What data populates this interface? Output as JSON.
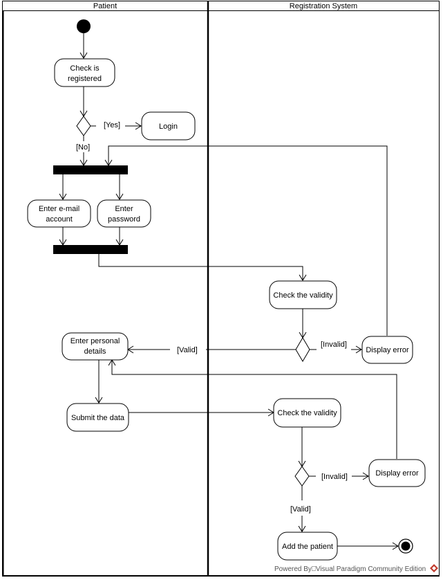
{
  "lanes": {
    "left": "Patient",
    "right": "Registration System"
  },
  "actions": {
    "check_registered": [
      "Check is",
      "registered"
    ],
    "login": "Login",
    "enter_email": [
      "Enter e-mail",
      "account"
    ],
    "enter_password": [
      "Enter",
      "password"
    ],
    "check_validity_1": "Check the validity",
    "display_error_1": "Display error",
    "enter_personal": [
      "Enter personal",
      "details"
    ],
    "submit_data": "Submit the data",
    "check_validity_2": "Check the validity",
    "display_error_2": "Display error",
    "add_patient": "Add the patient"
  },
  "guards": {
    "yes": "[Yes]",
    "no": "[No]",
    "valid_1": "[Valid]",
    "invalid_1": "[Invalid]",
    "invalid_2": "[Invalid]",
    "valid_2": "[Valid]"
  },
  "footer": "Powered By⎕Visual Paradigm Community Edition",
  "colors": {
    "line": "#000000",
    "background": "#ffffff",
    "logo": "#c0392b"
  }
}
